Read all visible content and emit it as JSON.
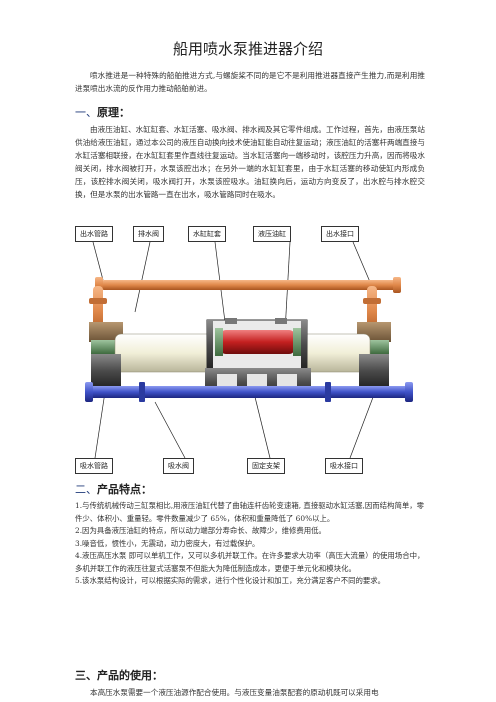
{
  "title": "船用喷水泵推进器介绍",
  "intro": "喷水推进是一种特殊的船舶推进方式,与螺旋桨不同的是它不是利用推进器直接产生推力,而是利用推进泵喷出水流的反作用力推动船舶前进。",
  "section1": {
    "num": "一、",
    "heading": "原理：",
    "body": "由液压油缸、水缸缸套、水缸活塞、吸水阀、排水阀及其它零件组成。工作过程，首先，由液压泵站供油给液压油缸，通过本公司的液压自动换向技术使油缸能自动往复运动；液压油缸的活塞杆两端直接与水缸活塞相联接，在水缸缸套里作直线往复运动。当水缸活塞向一端移动时，该腔压力升高，因而将吸水阀关闭，排水阀被打开，水泵该腔出水；在另外一端的水缸缸套里，由于水缸活塞的移动使缸内形成负压，该腔排水阀关闭，吸水阀打开，水泵该腔吸水。油缸换向后，运动方向变反了，出水腔与排水腔交换，但是水泵的出水管路一直在出水，吸水管路同时在吸水。"
  },
  "figure": {
    "labels_top": [
      "出水管路",
      "排水阀",
      "水缸缸套",
      "液压油缸",
      "出水接口"
    ],
    "labels_bottom": [
      "吸水管路",
      "吸水阀",
      "固定支架",
      "吸水接口"
    ]
  },
  "section2": {
    "num": "二、",
    "heading": "产品特点：",
    "items": [
      "1.与传统机械传动三缸泵相比,用液压油缸代替了曲轴连杆齿轮变速箱, 直接驱动水缸活塞,因而结构简单，零件少、体积小、重量轻。零件数量减少了 65%，体积和重量降低了 60%以上。",
      "2.因为具备液压油缸的特点，所以动力端部分寿命长、故障少，维修费用低。",
      "3.噪音低，惯性小，无震动，动力密度大，有过载保护。",
      "4.液压高压水泵 即可以单机工作，又可以多机并联工作。在许多要求大功率（高压大流量）的使用场合中，多机并联工作的液压往复式活塞泵不但能大为降低制造成本，更便于单元化和模块化。",
      "5.该水泵结构设计，可以根据实际的需求，进行个性化设计和加工，充分满足客户不同的要求。"
    ]
  },
  "section3": {
    "num": "三、",
    "heading": "产品的使用：",
    "body": "本高压水泵需要一个液压油源作配合使用。与液压变量油泵配套的原动机既可以采用电"
  },
  "colors": {
    "outlet_pipe": "#e0884a",
    "inlet_pipe": "#3f52c8",
    "cylinder_red": "#c42020",
    "valve_green": "#5a8a5a",
    "frame_dark": "#3a3a3a"
  }
}
